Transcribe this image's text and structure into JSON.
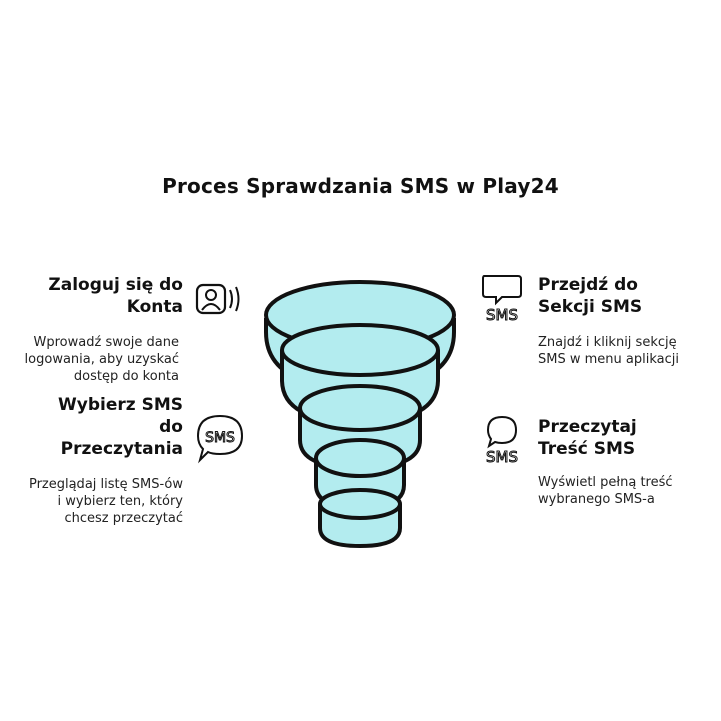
{
  "title": "Proces Sprawdzania SMS w Play24",
  "steps": [
    {
      "title_line1": "Zaloguj się do",
      "title_line2": "Konta",
      "description": "Wprowadź swoje dane logowania, aby uzyskać dostęp do konta",
      "icon": "user-speaking-icon"
    },
    {
      "title_line1": "Przejdź do",
      "title_line2": "Sekcji SMS",
      "description": "Znajdź i kliknij sekcję SMS w menu aplikacji",
      "icon": "sms-chat-bubble-icon"
    },
    {
      "title_line1": "Wybierz SMS",
      "title_line2": "do",
      "title_line3": "Przeczytania",
      "description": "Przeglądaj listę SMS-ów i wybierz ten, który chcesz przeczytać",
      "icon": "sms-speech-bubble-icon"
    },
    {
      "title_line1": "Przeczytaj",
      "title_line2": "Treść SMS",
      "description": "Wyświetl pełną treść wybranego SMS-a",
      "icon": "sms-round-bubble-icon"
    }
  ],
  "icon_text": "SMS",
  "colors": {
    "funnel_fill": "#b3ecef",
    "stroke": "#111111"
  }
}
